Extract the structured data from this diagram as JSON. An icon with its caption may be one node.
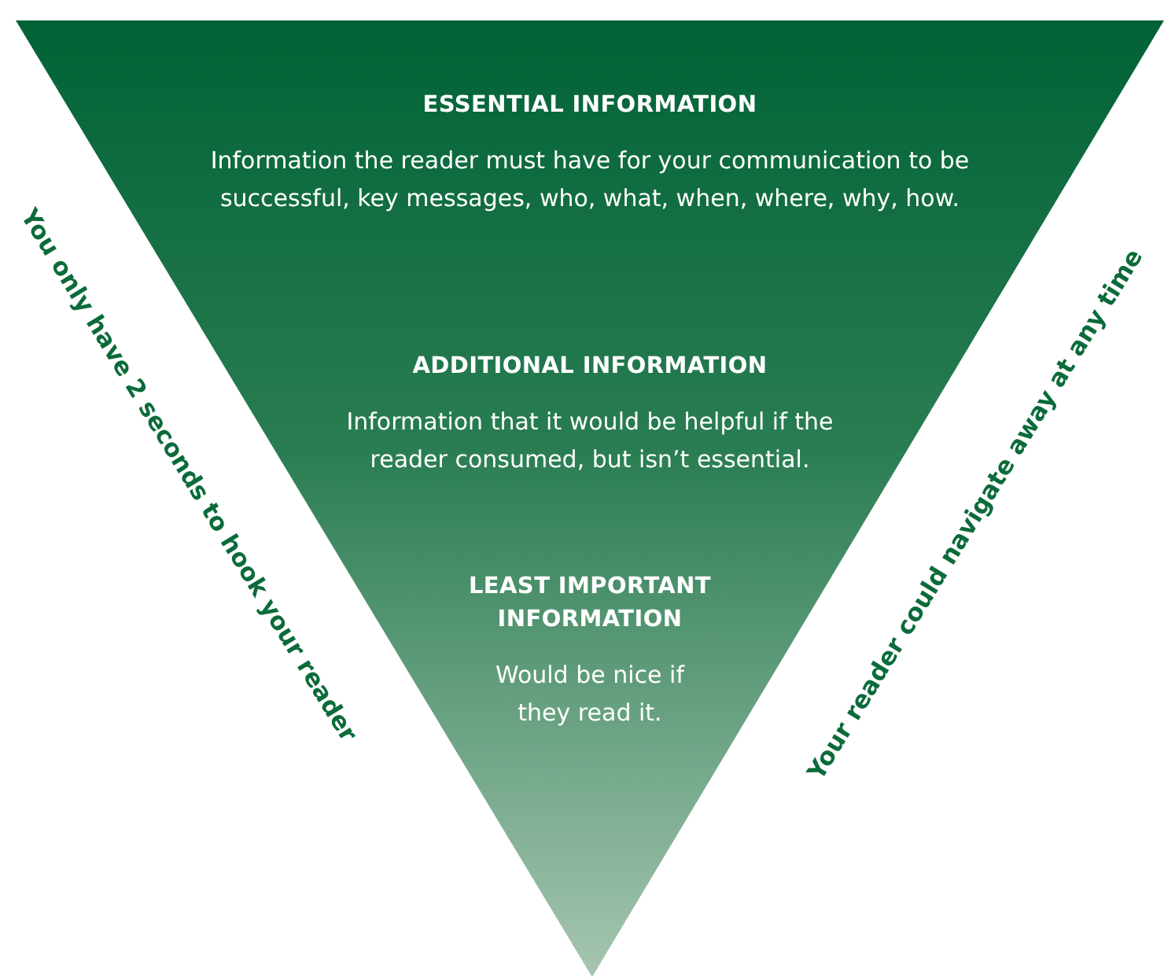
{
  "diagram": {
    "nodes": [
      {
        "text": [],
        "shape": "triangle"
      },
      {
        "text": [
          "ESSENTIAL INFORMATION",
          "Information the reader must have for your communication to be successful, key messages, who, what, when, where, why, how."
        ],
        "in": 0
      },
      {
        "text": [
          "ADDITIONAL INFORMATION",
          "Information that it would be helpful if the reader consumed, but isn’t essential."
        ],
        "in": 0
      },
      {
        "text": [
          "LEAST IMPORTANT INFORMATION",
          "Would be nice if they read it."
        ],
        "in": 0
      }
    ],
    "labels": [
      "You only have 2 seconds to hook your reader",
      "Your reader could navigate away at any time"
    ]
  }
}
